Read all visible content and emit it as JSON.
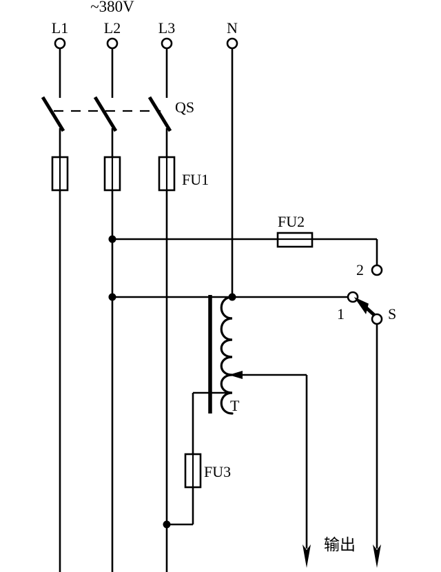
{
  "diagram": {
    "title_text": "~380V",
    "supply_label": "~380V",
    "terminals": [
      {
        "name": "L1",
        "label": "L1"
      },
      {
        "name": "L2",
        "label": "L2"
      },
      {
        "name": "L3",
        "label": "L3"
      },
      {
        "name": "N",
        "label": "N"
      }
    ],
    "components": {
      "disconnect_switch": {
        "label": "QS",
        "type": "3-pole knife switch, ganged"
      },
      "fuse_main": {
        "label": "FU1",
        "type": "3 vertical fuses"
      },
      "fuse_control": {
        "label": "FU2",
        "type": "horizontal fuse"
      },
      "fuse_output": {
        "label": "FU3",
        "type": "vertical fuse"
      },
      "transformer": {
        "label": "T",
        "type": "autotransformer with tap"
      },
      "selector_switch": {
        "label": "S",
        "type": "changeover switch"
      }
    },
    "switch_positions": [
      {
        "name": "position-1",
        "label": "1"
      },
      {
        "name": "position-2",
        "label": "2"
      }
    ],
    "output_label": "输出",
    "colors": {
      "line": "#000000",
      "background": "#ffffff"
    }
  }
}
